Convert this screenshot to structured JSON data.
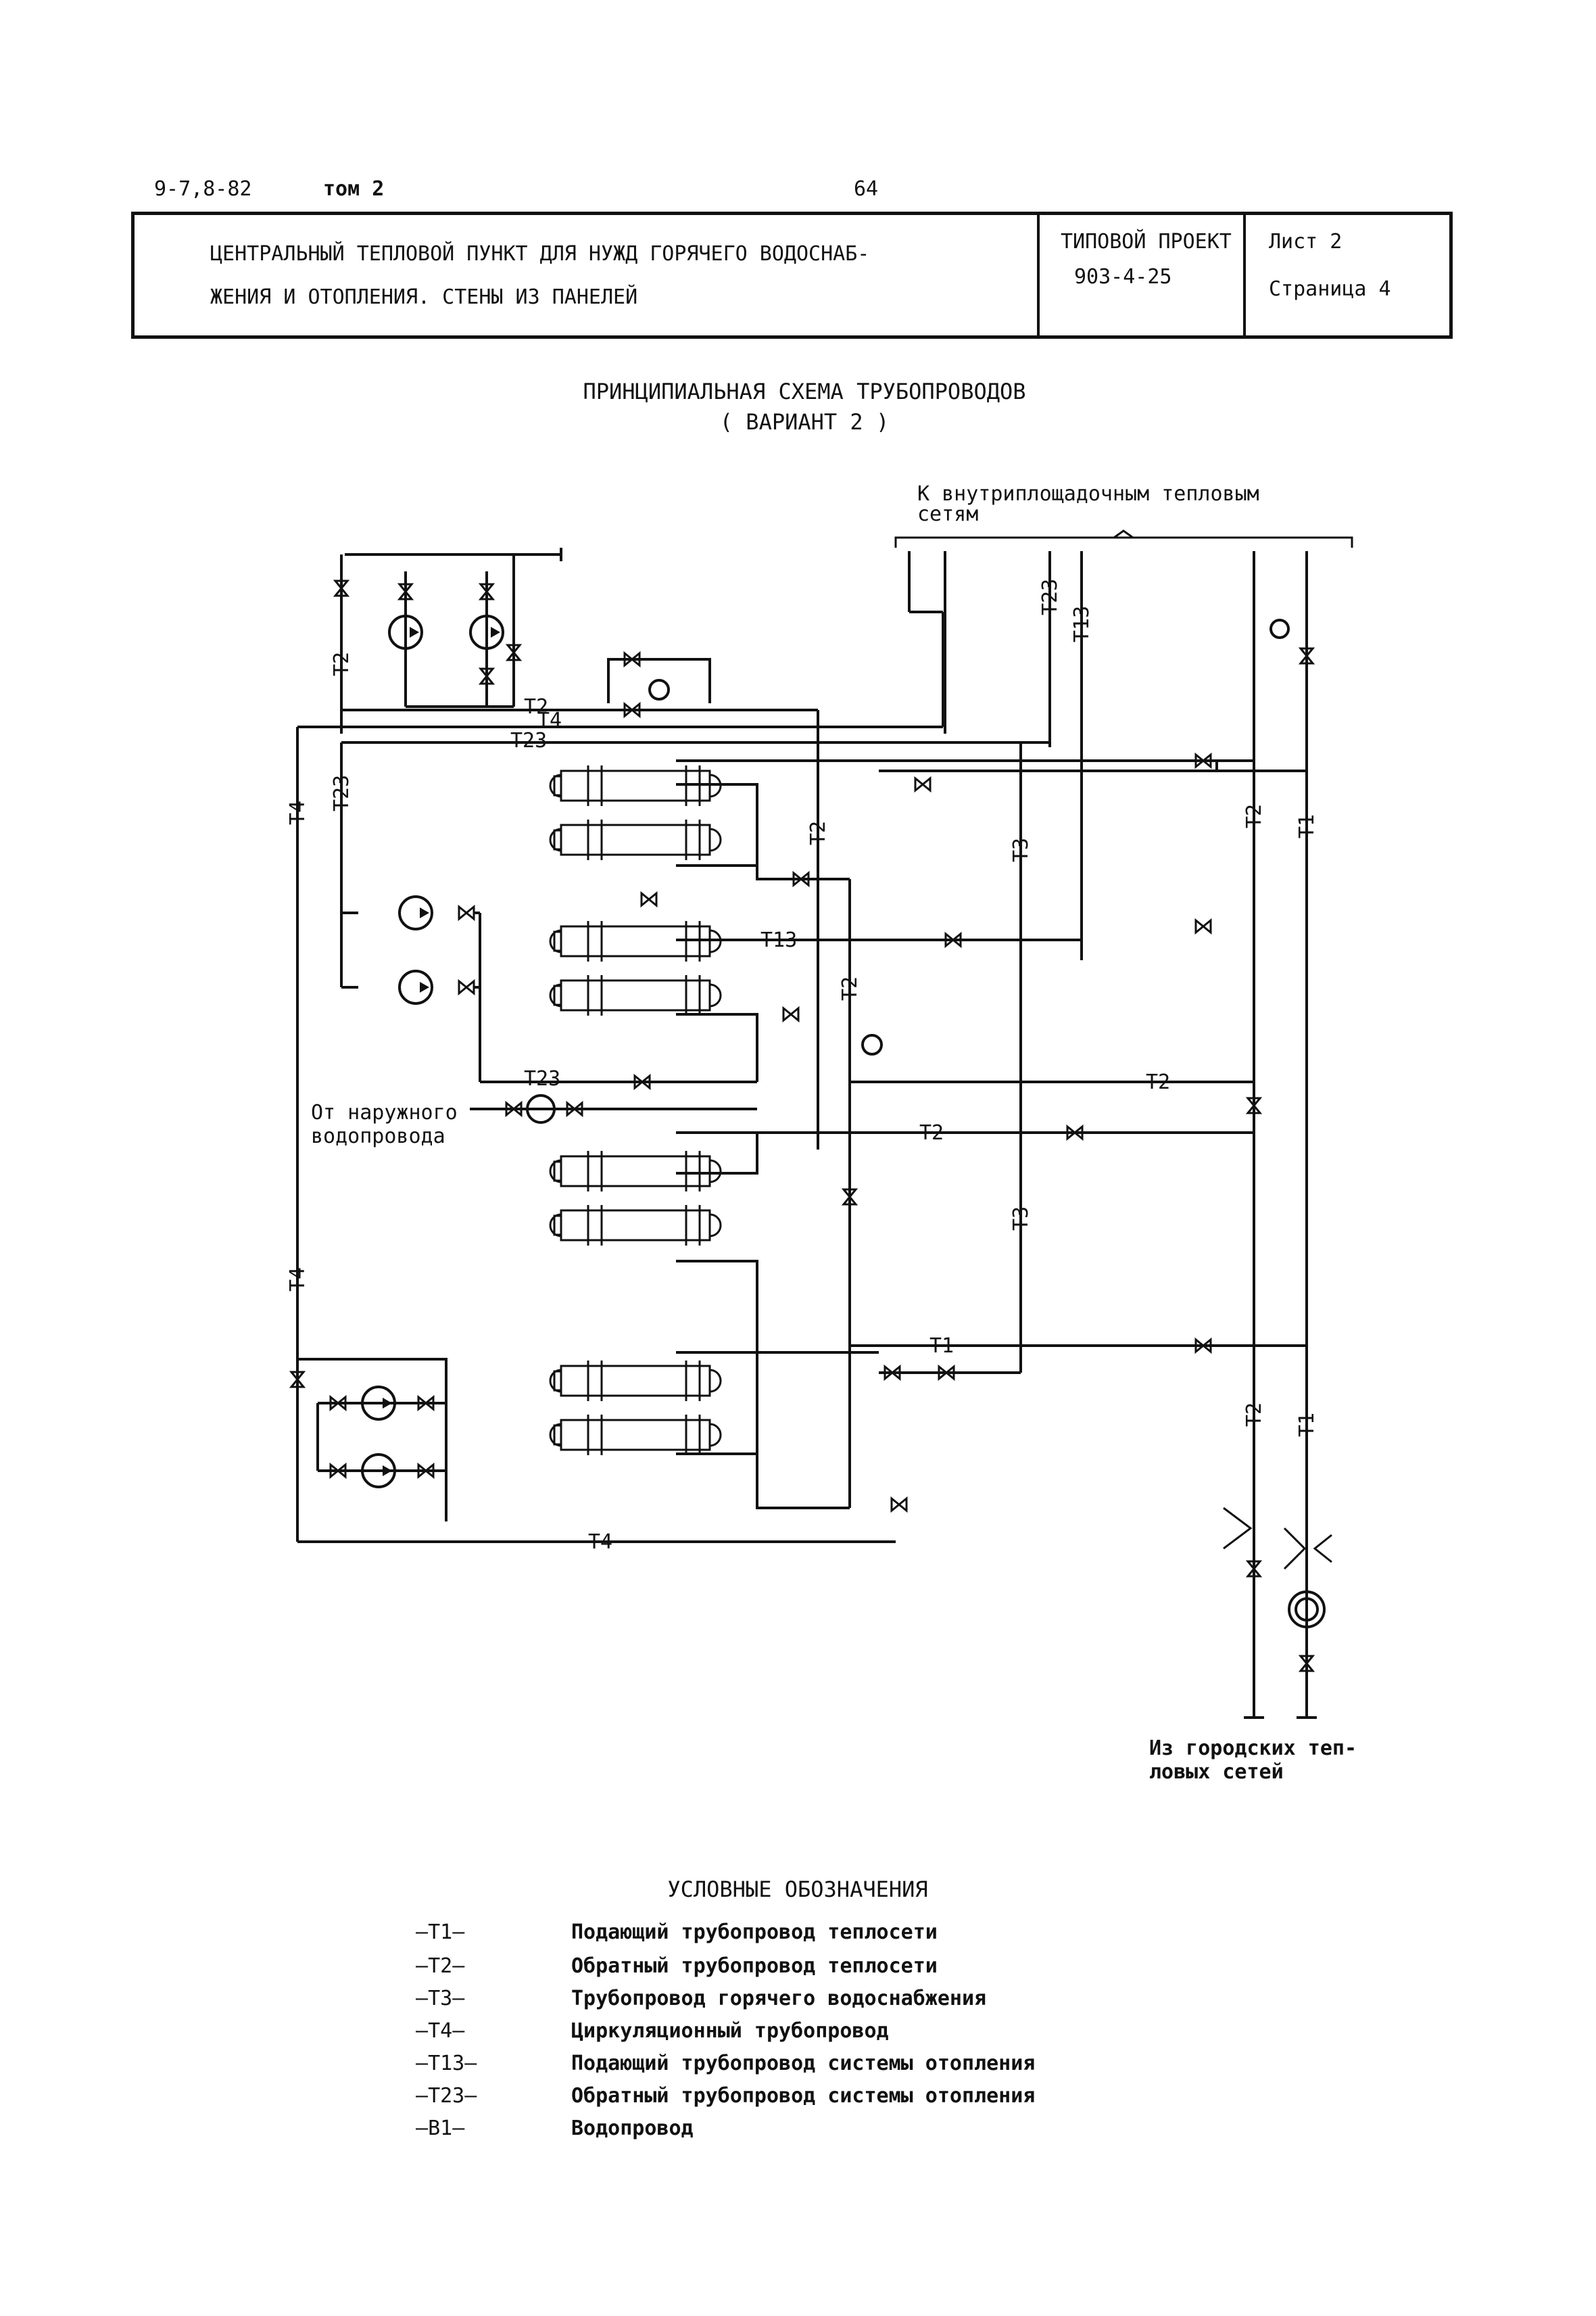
{
  "header": {
    "doc_code": "9-7,8-82",
    "volume": "том 2",
    "page_number": "64"
  },
  "title_block": {
    "title_line1": "ЦЕНТРАЛЬНЫЙ ТЕПЛОВОЙ ПУНКТ ДЛЯ НУЖД ГОРЯЧЕГО ВОДОСНАБ-",
    "title_line2": "ЖЕНИЯ И ОТОПЛЕНИЯ.  СТЕНЫ ИЗ ПАНЕЛЕЙ",
    "project_label": "ТИПОВОЙ ПРОЕКТ",
    "project_number": "903-4-25",
    "sheet_label": "Лист  2",
    "page_label": "Страница  4"
  },
  "diagram": {
    "heading_line1": "ПРИНЦИПИАЛЬНАЯ СХЕМА ТРУБОПРОВОДОВ",
    "heading_line2": "( ВАРИАНТ 2 )",
    "to_networks_line1": "К внутриплощадочным тепловым",
    "to_networks_line2": "сетям",
    "from_water_line1": "От наружного",
    "from_water_line2": "водопровода",
    "from_city_line1": "Из городских теп-",
    "from_city_line2": "ловых сетей",
    "pipe_labels": {
      "t1": "Т1",
      "t2": "Т2",
      "t3": "Т3",
      "t4": "Т4",
      "t13": "Т13",
      "t23": "Т23"
    }
  },
  "legend": {
    "title": "УСЛОВНЫЕ ОБОЗНАЧЕНИЯ",
    "items": [
      {
        "code": "Т1",
        "text": "Подающий трубопровод теплосети"
      },
      {
        "code": "Т2",
        "text": "Обратный трубопровод теплосети"
      },
      {
        "code": "Т3",
        "text": "Трубопровод горячего водоснабжения"
      },
      {
        "code": "Т4",
        "text": "Циркуляционный трубопровод"
      },
      {
        "code": "Т13",
        "text": "Подающий трубопровод системы отопления"
      },
      {
        "code": "Т23",
        "text": "Обратный трубопровод системы отопления"
      },
      {
        "code": "В1",
        "text": "Водопровод"
      }
    ]
  }
}
